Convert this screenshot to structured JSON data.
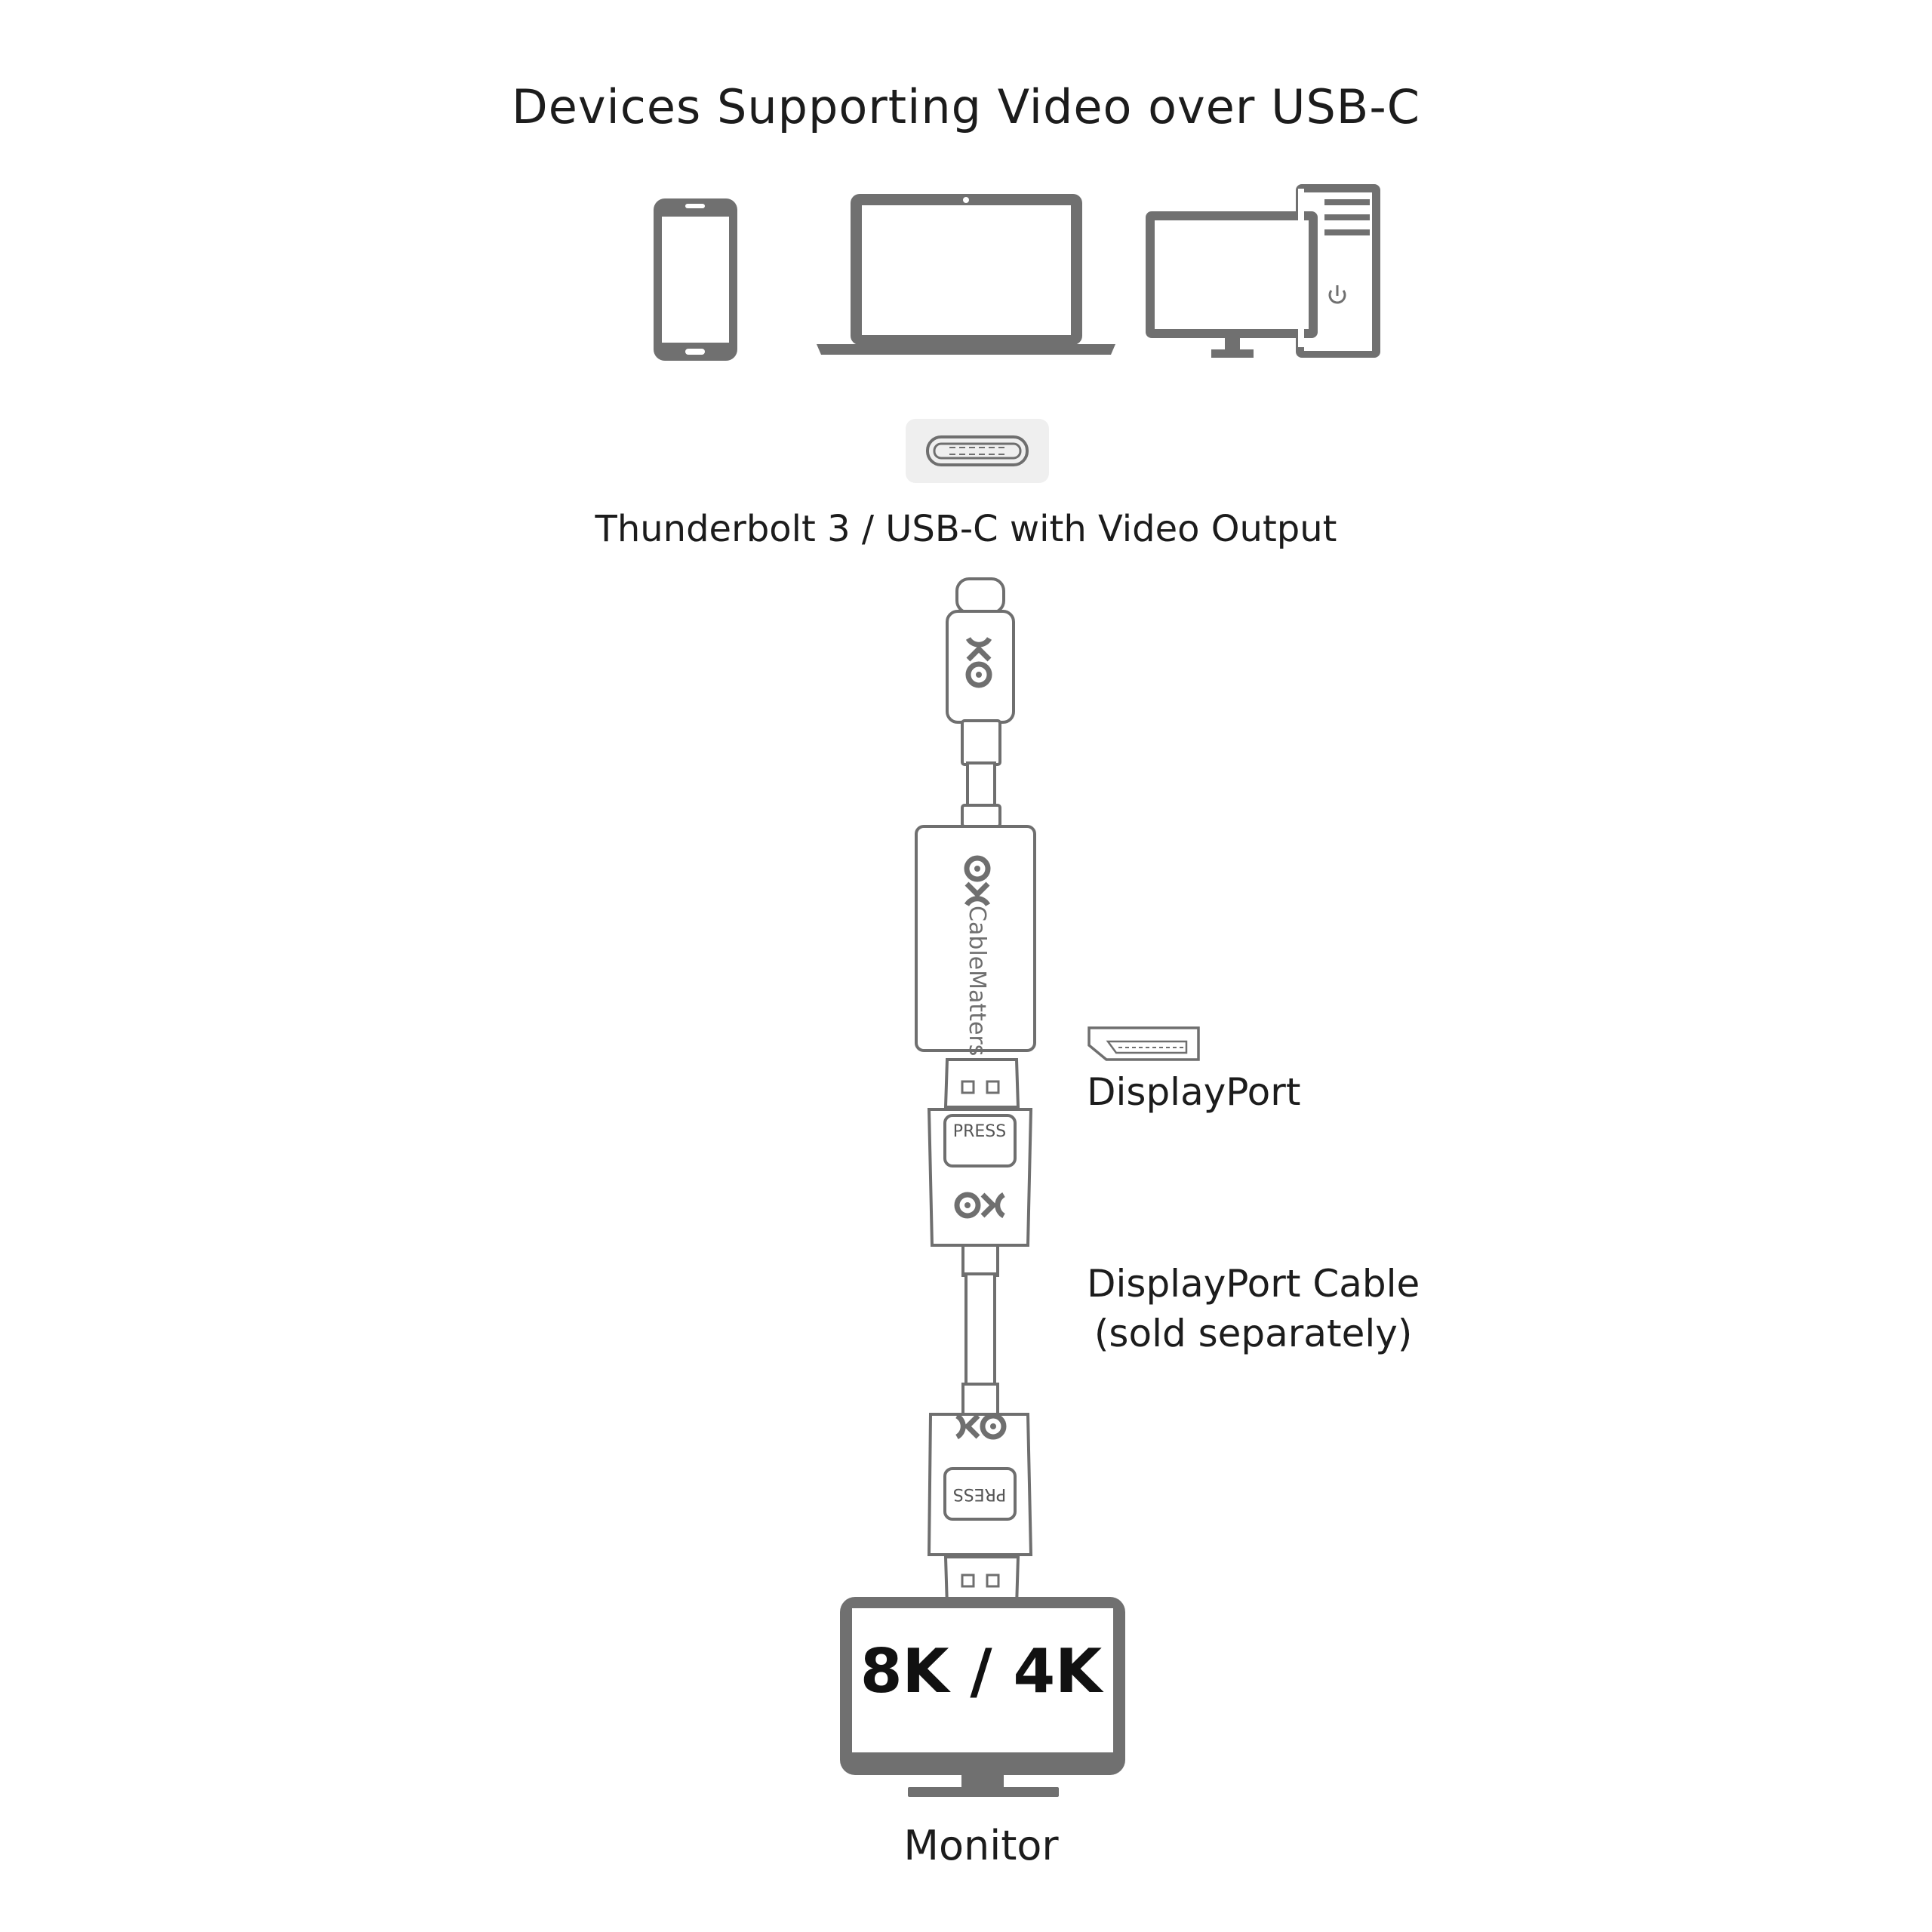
{
  "title": "Devices Supporting Video over USB-C",
  "devices": {
    "icons": [
      "smartphone-icon",
      "laptop-icon",
      "desktop-computer-icon",
      "power-icon"
    ]
  },
  "source_port": {
    "icon": "usb-c-port-icon",
    "label": "Thunderbolt 3 / USB-C with Video Output"
  },
  "adapter": {
    "brand": "CableMatters",
    "icons": [
      "usb-c-plug-icon",
      "cable-matters-logo-icon"
    ]
  },
  "displayport": {
    "icon": "displayport-port-icon",
    "label": "DisplayPort"
  },
  "cable": {
    "line1": "DisplayPort Cable",
    "line2": "(sold separately)",
    "press_text": "PRESS"
  },
  "monitor": {
    "screen_text": "8K / 4K",
    "label": "Monitor",
    "icon": "monitor-icon"
  },
  "colors": {
    "line": "#6f6f6f",
    "fill": "#707070",
    "port_bg": "#efefef",
    "text": "#1c1c1c"
  }
}
